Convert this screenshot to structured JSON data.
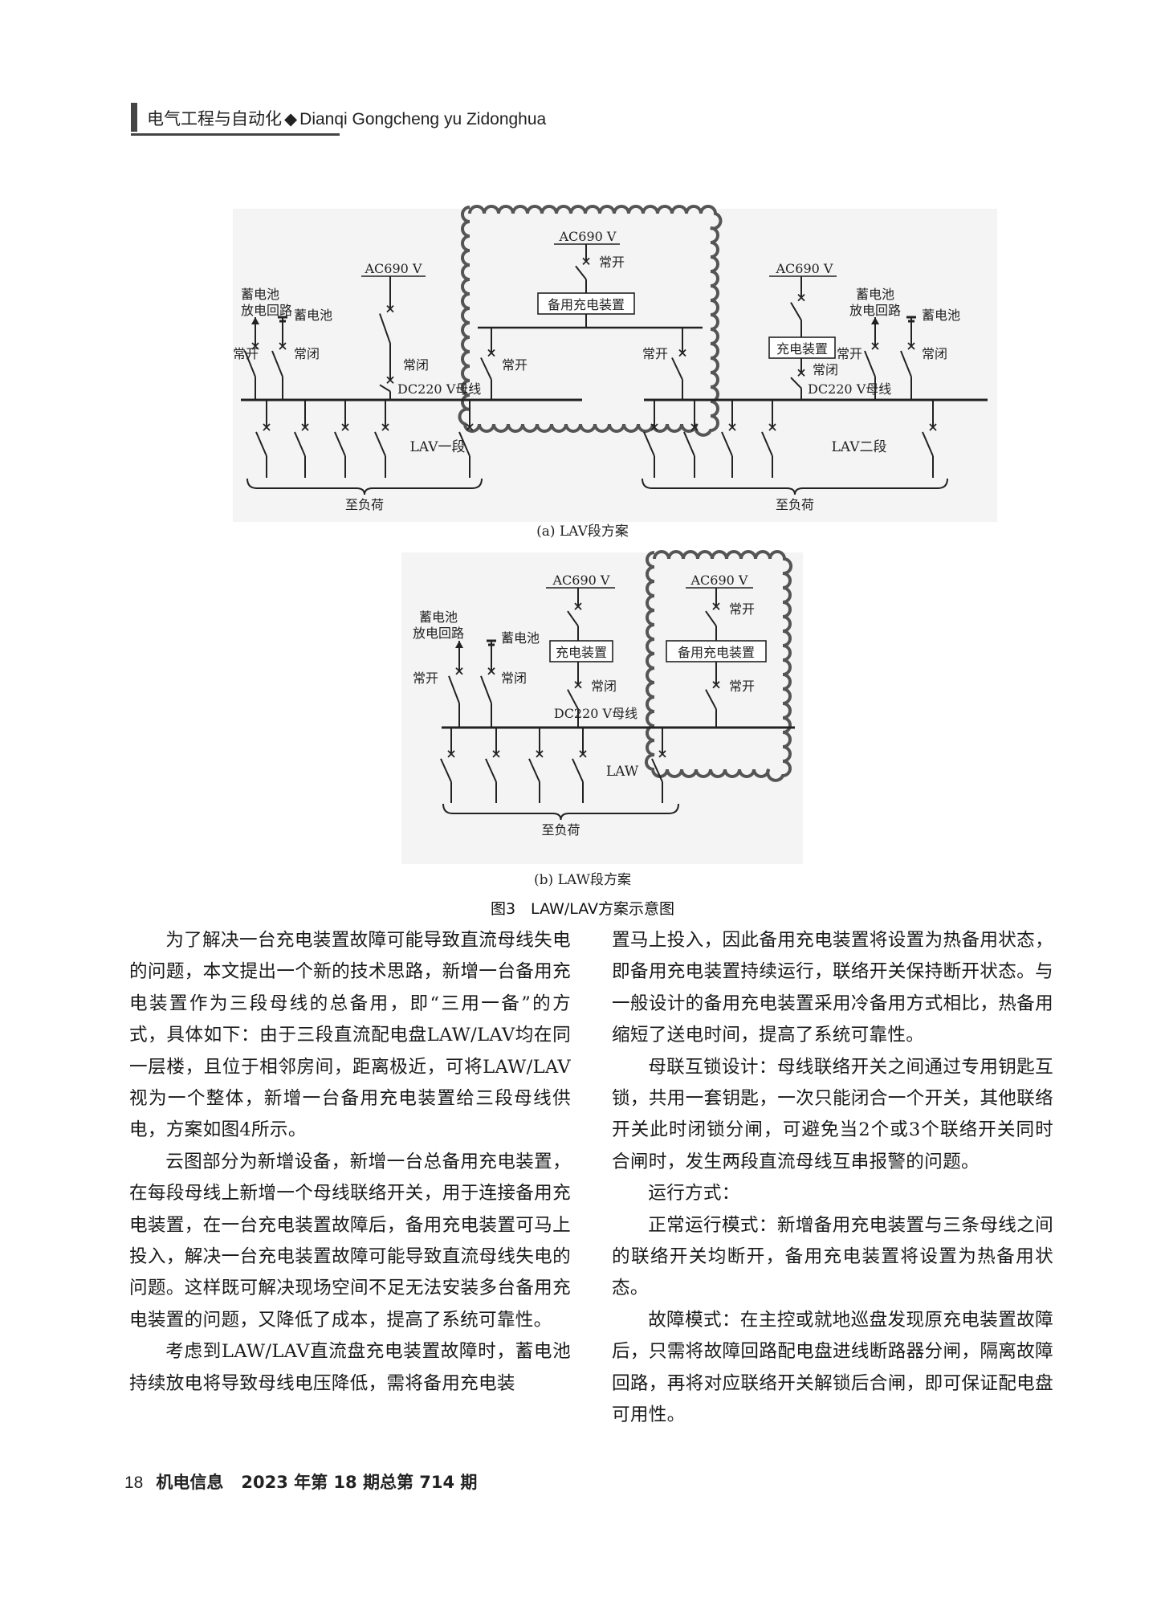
{
  "header": {
    "journal_cn": "电气工程与自动化",
    "diamond": "◆",
    "journal_pinyin": "Dianqi Gongcheng yu Zidonghua"
  },
  "figure": {
    "caption": "图3　LAW/LAV方案示意图",
    "a": {
      "subcaption": "(a) LAV段方案",
      "labels": {
        "ac690_left": "AC690 V",
        "ac690_mid": "AC690 V",
        "ac690_right": "AC690 V",
        "battery_discharge_left": "蓄电池\n放电回路",
        "battery_left": "蓄电池",
        "battery_discharge_right": "蓄电池\n放电回路",
        "battery_right": "蓄电池",
        "backup_charger": "备用充电装置",
        "charger_right": "充电装置",
        "no_open": "常开",
        "nc_closed": "常闭",
        "bus_left": "DC220 V母线",
        "bus_right": "DC220 V母线",
        "section_1": "LAV一段",
        "section_2": "LAV二段",
        "to_load": "至负荷"
      }
    },
    "b": {
      "subcaption": "(b) LAW段方案",
      "labels": {
        "ac690_left": "AC690 V",
        "ac690_right": "AC690 V",
        "battery_discharge": "蓄电池\n放电回路",
        "battery": "蓄电池",
        "charger": "充电装置",
        "backup_charger": "备用充电装置",
        "no_open": "常开",
        "nc_closed": "常闭",
        "bus": "DC220 V母线",
        "section": "LAW",
        "to_load": "至负荷"
      }
    }
  },
  "body": {
    "left": [
      "为了解决一台充电装置故障可能导致直流母线失电的问题，本文提出一个新的技术思路，新增一台备用充电装置作为三段母线的总备用，即“三用一备”的方式，具体如下：由于三段直流配电盘LAW/LAV均在同一层楼，且位于相邻房间，距离极近，可将LAW/LAV视为一个整体，新增一台备用充电装置给三段母线供电，方案如图4所示。",
      "云图部分为新增设备，新增一台总备用充电装置，在每段母线上新增一个母线联络开关，用于连接备用充电装置，在一台充电装置故障后，备用充电装置可马上投入，解决一台充电装置故障可能导致直流母线失电的问题。这样既可解决现场空间不足无法安装多台备用充电装置的问题，又降低了成本，提高了系统可靠性。",
      "考虑到LAW/LAV直流盘充电装置故障时，蓄电池持续放电将导致母线电压降低，需将备用充电装"
    ],
    "right_cont": "置马上投入，因此备用充电装置将设置为热备用状态，即备用充电装置持续运行，联络开关保持断开状态。与一般设计的备用充电装置采用冷备用方式相比，热备用缩短了送电时间，提高了系统可靠性。",
    "right": [
      "母联互锁设计：母线联络开关之间通过专用钥匙互锁，共用一套钥匙，一次只能闭合一个开关，其他联络开关此时闭锁分闸，可避免当2个或3个联络开关同时合闸时，发生两段直流母线互串报警的问题。",
      "运行方式：",
      "正常运行模式：新增备用充电装置与三条母线之间的联络开关均断开，备用充电装置将设置为热备用状态。",
      "故障模式：在主控或就地巡盘发现原充电装置故障后，只需将故障回路配电盘进线断路器分闸，隔离故障回路，再将对应联络开关解锁后合闸，即可保证配电盘可用性。"
    ]
  },
  "footer": {
    "page_number": "18",
    "journal": "机电信息",
    "issue": "2023 年第 18 期总第 714 期"
  }
}
